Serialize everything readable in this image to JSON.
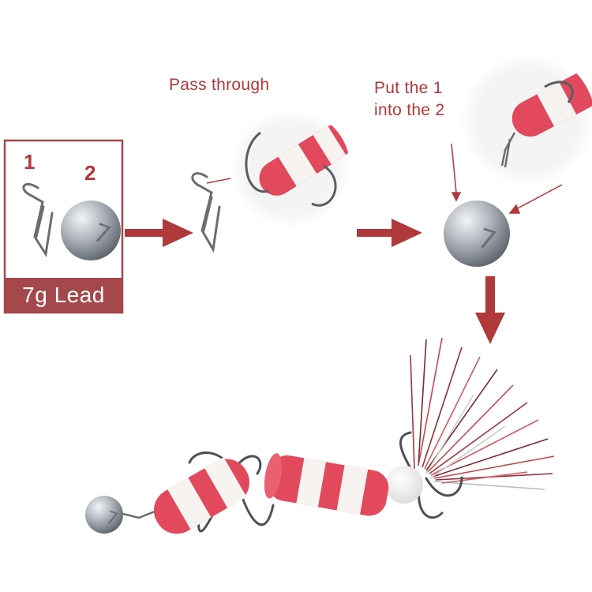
{
  "kit_panel": {
    "label_1": "1",
    "label_2": "2",
    "lead_label": "7g Lead",
    "sinker_marking": "7"
  },
  "steps": {
    "pass_through": "Pass through",
    "put_instruction": "Put the 1\ninto the 2"
  },
  "colors": {
    "accent_red": "#b2383a",
    "lead_banner": "#a4484b",
    "foam_pink": "#e2495c",
    "foam_white": "#f6f3f1",
    "lead_gray": "#9aa0a8",
    "hook_steel": "#5a5d63"
  },
  "icons": [
    "snap-clip-icon",
    "lead-sinker-icon",
    "right-arrow-icon",
    "down-arrow-icon",
    "treble-hook-icon",
    "foam-body-icon",
    "tinsel-tail-icon"
  ]
}
